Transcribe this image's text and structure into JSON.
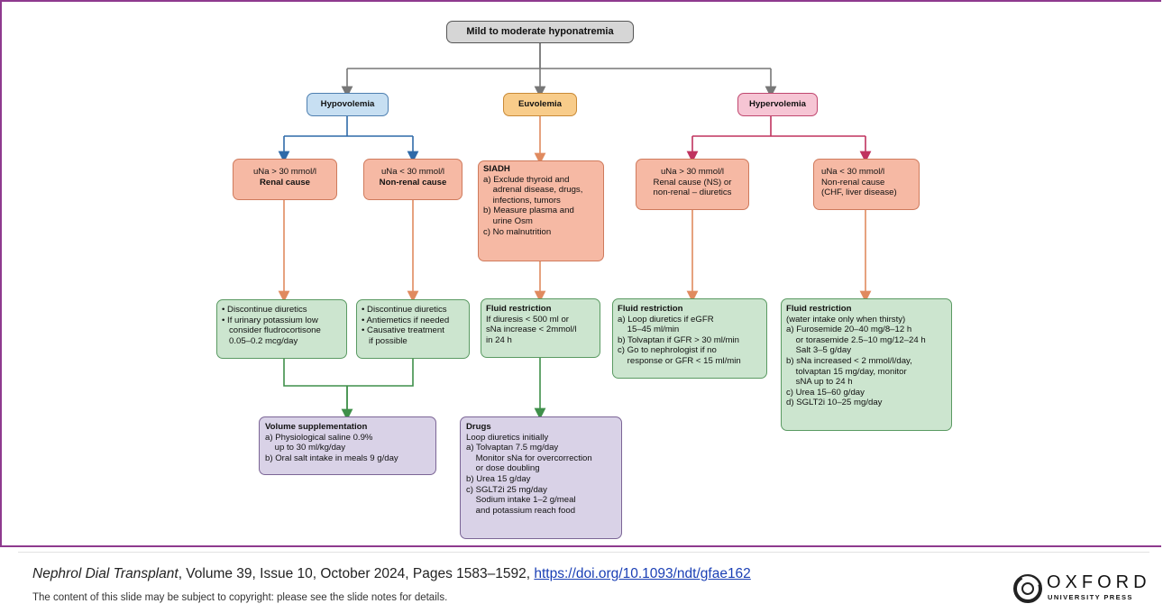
{
  "diagram": {
    "root": "Mild to moderate hyponatremia",
    "hypovolemia": "Hypovolemia",
    "euvolemia": "Euvolemia",
    "hypervolemia": "Hypervolemia",
    "renal": {
      "l1": "uNa > 30 mmol/l",
      "l2": "Renal cause"
    },
    "nonrenal": {
      "l1": "uNa < 30 mmol/l",
      "l2": "Non-renal cause"
    },
    "siadh": {
      "title": "SIADH",
      "lines": [
        "a) Exclude thyroid and",
        "    adrenal disease, drugs,",
        "    infections, tumors",
        "b) Measure plasma and",
        "    urine Osm",
        "c) No malnutrition"
      ]
    },
    "hyper_renal": {
      "lines": [
        "uNa > 30 mmol/l",
        "Renal cause (NS) or",
        "non-renal – diuretics"
      ]
    },
    "hyper_nonrenal": {
      "lines": [
        "uNa < 30 mmol/l",
        "Non-renal cause",
        "(CHF, liver disease)"
      ]
    },
    "hypo_renal_treat": {
      "lines": [
        "• Discontinue diuretics",
        "• If urinary potassium low",
        "   consider fludrocortisone",
        "   0.05–0.2 mcg/day"
      ]
    },
    "hypo_nonrenal_treat": {
      "lines": [
        "• Discontinue diuretics",
        "• Antiemetics if needed",
        "• Causative treatment",
        "   if possible"
      ]
    },
    "euvo_fluid": {
      "title": "Fluid restriction",
      "lines": [
        "If diuresis < 500 ml or",
        "sNa increase < 2mmol/l",
        "in 24 h"
      ]
    },
    "hyper_renal_fluid": {
      "title": "Fluid restriction",
      "lines": [
        "a) Loop diuretics if eGFR",
        "    15–45 ml/min",
        "b) Tolvaptan if GFR > 30 ml/min",
        "c) Go to nephrologist if no",
        "    response or GFR < 15 ml/min"
      ]
    },
    "hyper_nonrenal_fluid": {
      "title": "Fluid restriction",
      "lines": [
        "(water intake only when thirsty)",
        "a) Furosemide 20–40 mg/8–12 h",
        "    or torasemide 2.5–10 mg/12–24 h",
        "    Salt 3–5 g/day",
        "b) sNa increased < 2 mmol/l/day,",
        "    tolvaptan 15 mg/day, monitor",
        "    sNA up to 24 h",
        "c) Urea 15–60 g/day",
        "d) SGLT2i 10–25 mg/day"
      ]
    },
    "volume": {
      "title": "Volume supplementation",
      "lines": [
        "a) Physiological saline 0.9%",
        "    up to 30 ml/kg/day",
        "b) Oral salt intake in meals 9 g/day"
      ]
    },
    "drugs": {
      "title": "Drugs",
      "lines": [
        "Loop diuretics initially",
        "a) Tolvaptan 7.5 mg/day",
        "    Monitor sNa for overcorrection",
        "    or dose doubling",
        "b) Urea 15 g/day",
        "c) SGLT2i 25 mg/day",
        "    Sodium intake 1–2 g/meal",
        "    and potassium reach food"
      ]
    }
  },
  "colors": {
    "gray": "#777777",
    "blue": "#2f6aa8",
    "orange": "#e08a5f",
    "pink": "#c0335f",
    "green": "#3f8f4a",
    "frame": "#8e3a8e"
  },
  "citation": {
    "journal": "Nephrol Dial Transplant",
    "details": ", Volume 39, Issue 10, October 2024, Pages 1583–1592, ",
    "doi": "https://doi.org/10.1093/ndt/gfae162"
  },
  "note": "The content of this slide may be subject to copyright: please see the slide notes for details.",
  "logo": {
    "name": "OXFORD",
    "sub": "UNIVERSITY PRESS"
  }
}
